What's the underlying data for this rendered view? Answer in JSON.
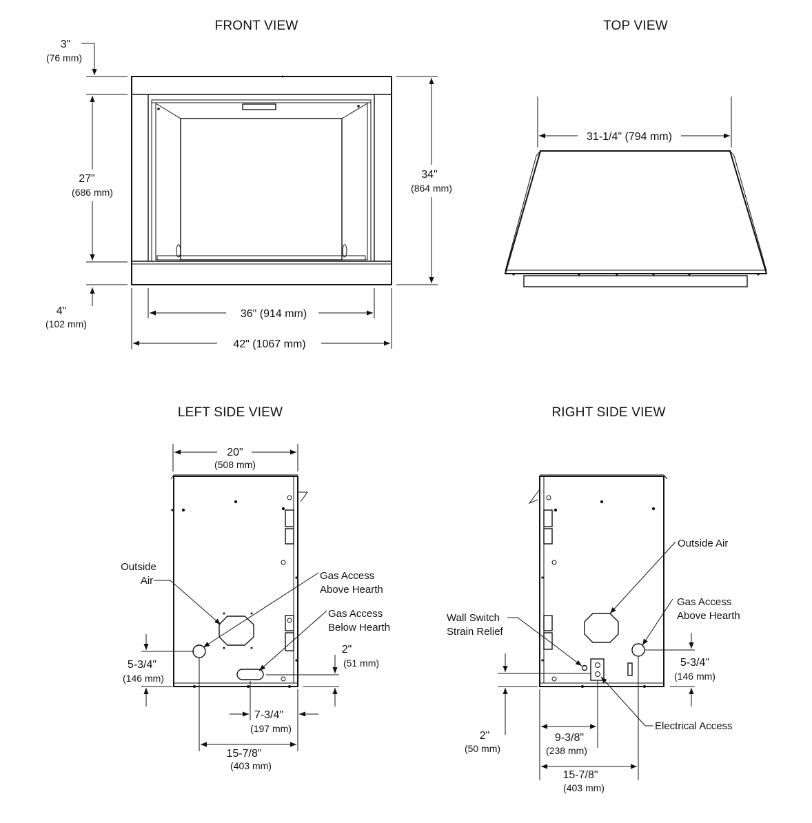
{
  "front_view": {
    "title": "FRONT VIEW",
    "dim_top": "3\"",
    "dim_top_mm": "(76 mm)",
    "dim_opening_h": "27\"",
    "dim_opening_h_mm": "(686 mm)",
    "dim_overall_h": "34\"",
    "dim_overall_h_mm": "(864 mm)",
    "dim_bottom": "4\"",
    "dim_bottom_mm": "(102 mm)",
    "dim_opening_w": "36\" (914 mm)",
    "dim_overall_w": "42\" (1067 mm)"
  },
  "top_view": {
    "title": "TOP VIEW",
    "dim_width": "31-1/4\" (794 mm)"
  },
  "left_side_view": {
    "title": "LEFT SIDE VIEW",
    "dim_depth": "20\"",
    "dim_depth_mm": "(508 mm)",
    "label_outside_air_1": "Outside",
    "label_outside_air_2": "Air",
    "label_gas_above_1": "Gas Access",
    "label_gas_above_2": "Above Hearth",
    "label_gas_below_1": "Gas Access",
    "label_gas_below_2": "Below Hearth",
    "dim_gas_h": "5-3/4\"",
    "dim_gas_h_mm": "(146 mm)",
    "dim_below_h": "2\"",
    "dim_below_h_mm": "(51 mm)",
    "dim_below_x": "7-3/4\"",
    "dim_below_x_mm": "(197 mm)",
    "dim_gas_x": "15-7/8\"",
    "dim_gas_x_mm": "(403 mm)"
  },
  "right_side_view": {
    "title": "RIGHT SIDE VIEW",
    "label_outside_air": "Outside Air",
    "label_gas_above_1": "Gas Access",
    "label_gas_above_2": "Above Hearth",
    "label_wall_switch_1": "Wall Switch",
    "label_wall_switch_2": "Strain Relief",
    "label_electrical": "Electrical Access",
    "dim_gas_h": "5-3/4\"",
    "dim_gas_h_mm": "(146 mm)",
    "dim_elec_h": "2\"",
    "dim_elec_h_mm": "(50 mm)",
    "dim_elec_x": "9-3/8\"",
    "dim_elec_x_mm": "(238 mm)",
    "dim_gas_x": "15-7/8\"",
    "dim_gas_x_mm": "(403 mm)"
  }
}
